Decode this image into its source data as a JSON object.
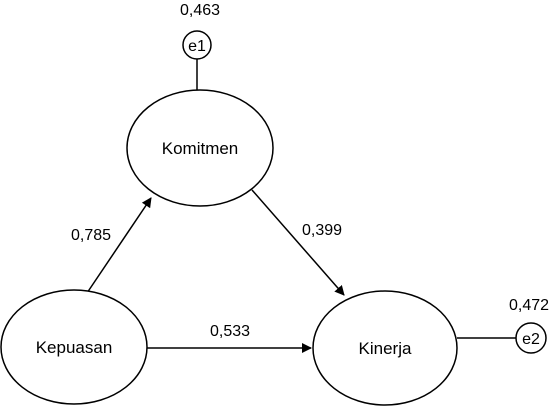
{
  "nodes": {
    "komitmen": "Komitmen",
    "kepuasan": "Kepuasan",
    "kinerja": "Kinerja"
  },
  "errors": {
    "e1": {
      "label": "e1",
      "value": "0,463"
    },
    "e2": {
      "label": "e2",
      "value": "0,472"
    }
  },
  "paths": {
    "kepuasan_komitmen": "0,785",
    "komitmen_kinerja": "0,399",
    "kepuasan_kinerja": "0,533"
  },
  "colors": {
    "stroke": "#000000",
    "fill": "#ffffff"
  }
}
